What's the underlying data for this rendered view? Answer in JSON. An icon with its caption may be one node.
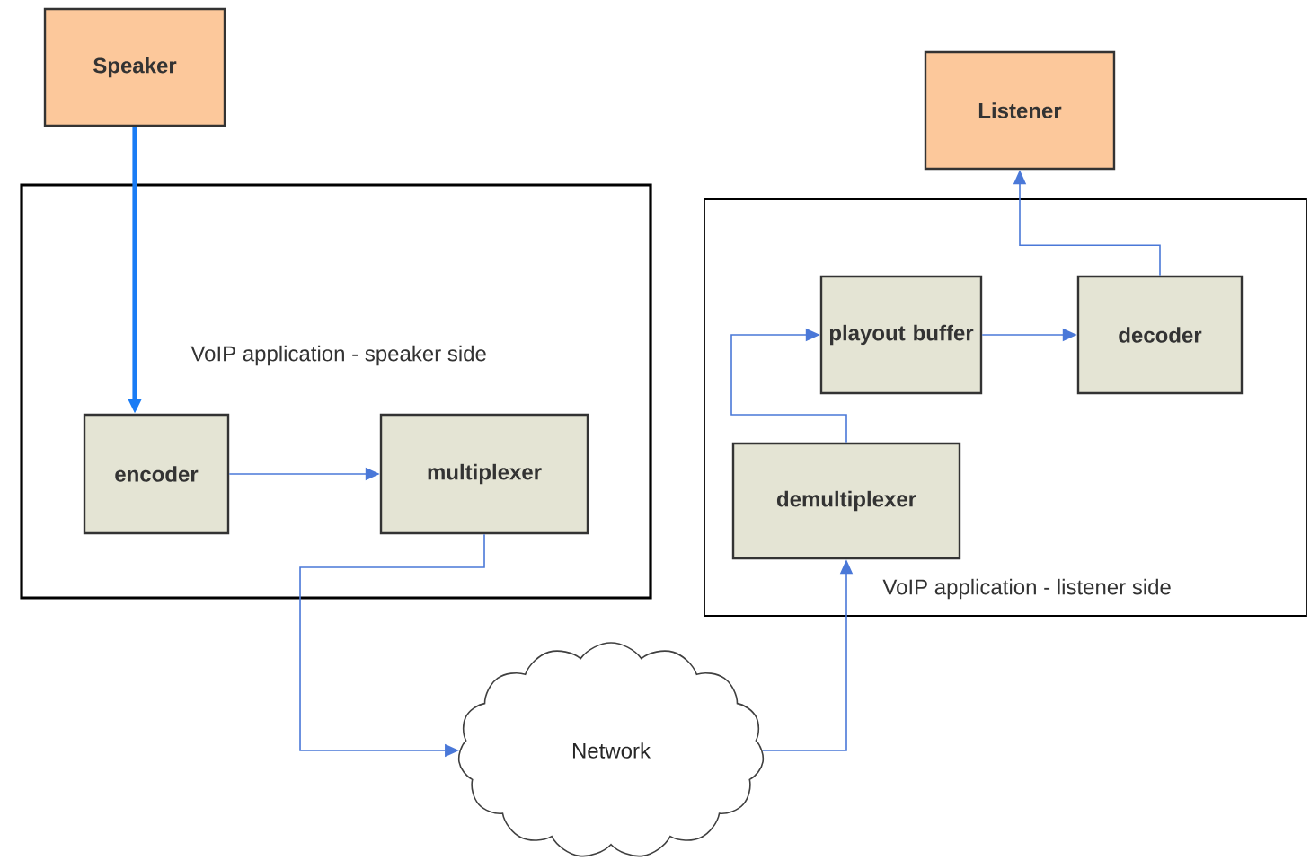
{
  "diagram": {
    "nodes": [
      {
        "text": [
          "Speaker"
        ]
      },
      {
        "text": [
          "VoIP application - speaker side"
        ]
      },
      {
        "text": [
          "encoder"
        ],
        "in": 1
      },
      {
        "text": [
          "multiplexer"
        ],
        "in": 1
      },
      {
        "text": [
          "Listener"
        ]
      },
      {
        "text": [
          "VoIP application - listener side"
        ]
      },
      {
        "text": [
          "playout buffer"
        ],
        "in": 5
      },
      {
        "text": [
          "decoder"
        ],
        "in": 5
      },
      {
        "text": [
          "demultiplexer"
        ],
        "in": 5
      },
      {
        "text": [
          "Network"
        ]
      }
    ],
    "edges": [
      {
        "from": 0,
        "to": 2,
        "arrow": "to",
        "style": "thick",
        "color": "#1a7cf5"
      },
      {
        "from": 2,
        "to": 3,
        "arrow": "to"
      },
      {
        "from": 3,
        "to": 9,
        "arrow": "to"
      },
      {
        "from": 9,
        "to": 8,
        "arrow": "to"
      },
      {
        "from": 8,
        "to": 6,
        "arrow": "to"
      },
      {
        "from": 6,
        "to": 7,
        "arrow": "to"
      },
      {
        "from": 7,
        "to": 4,
        "arrow": "to"
      }
    ]
  }
}
